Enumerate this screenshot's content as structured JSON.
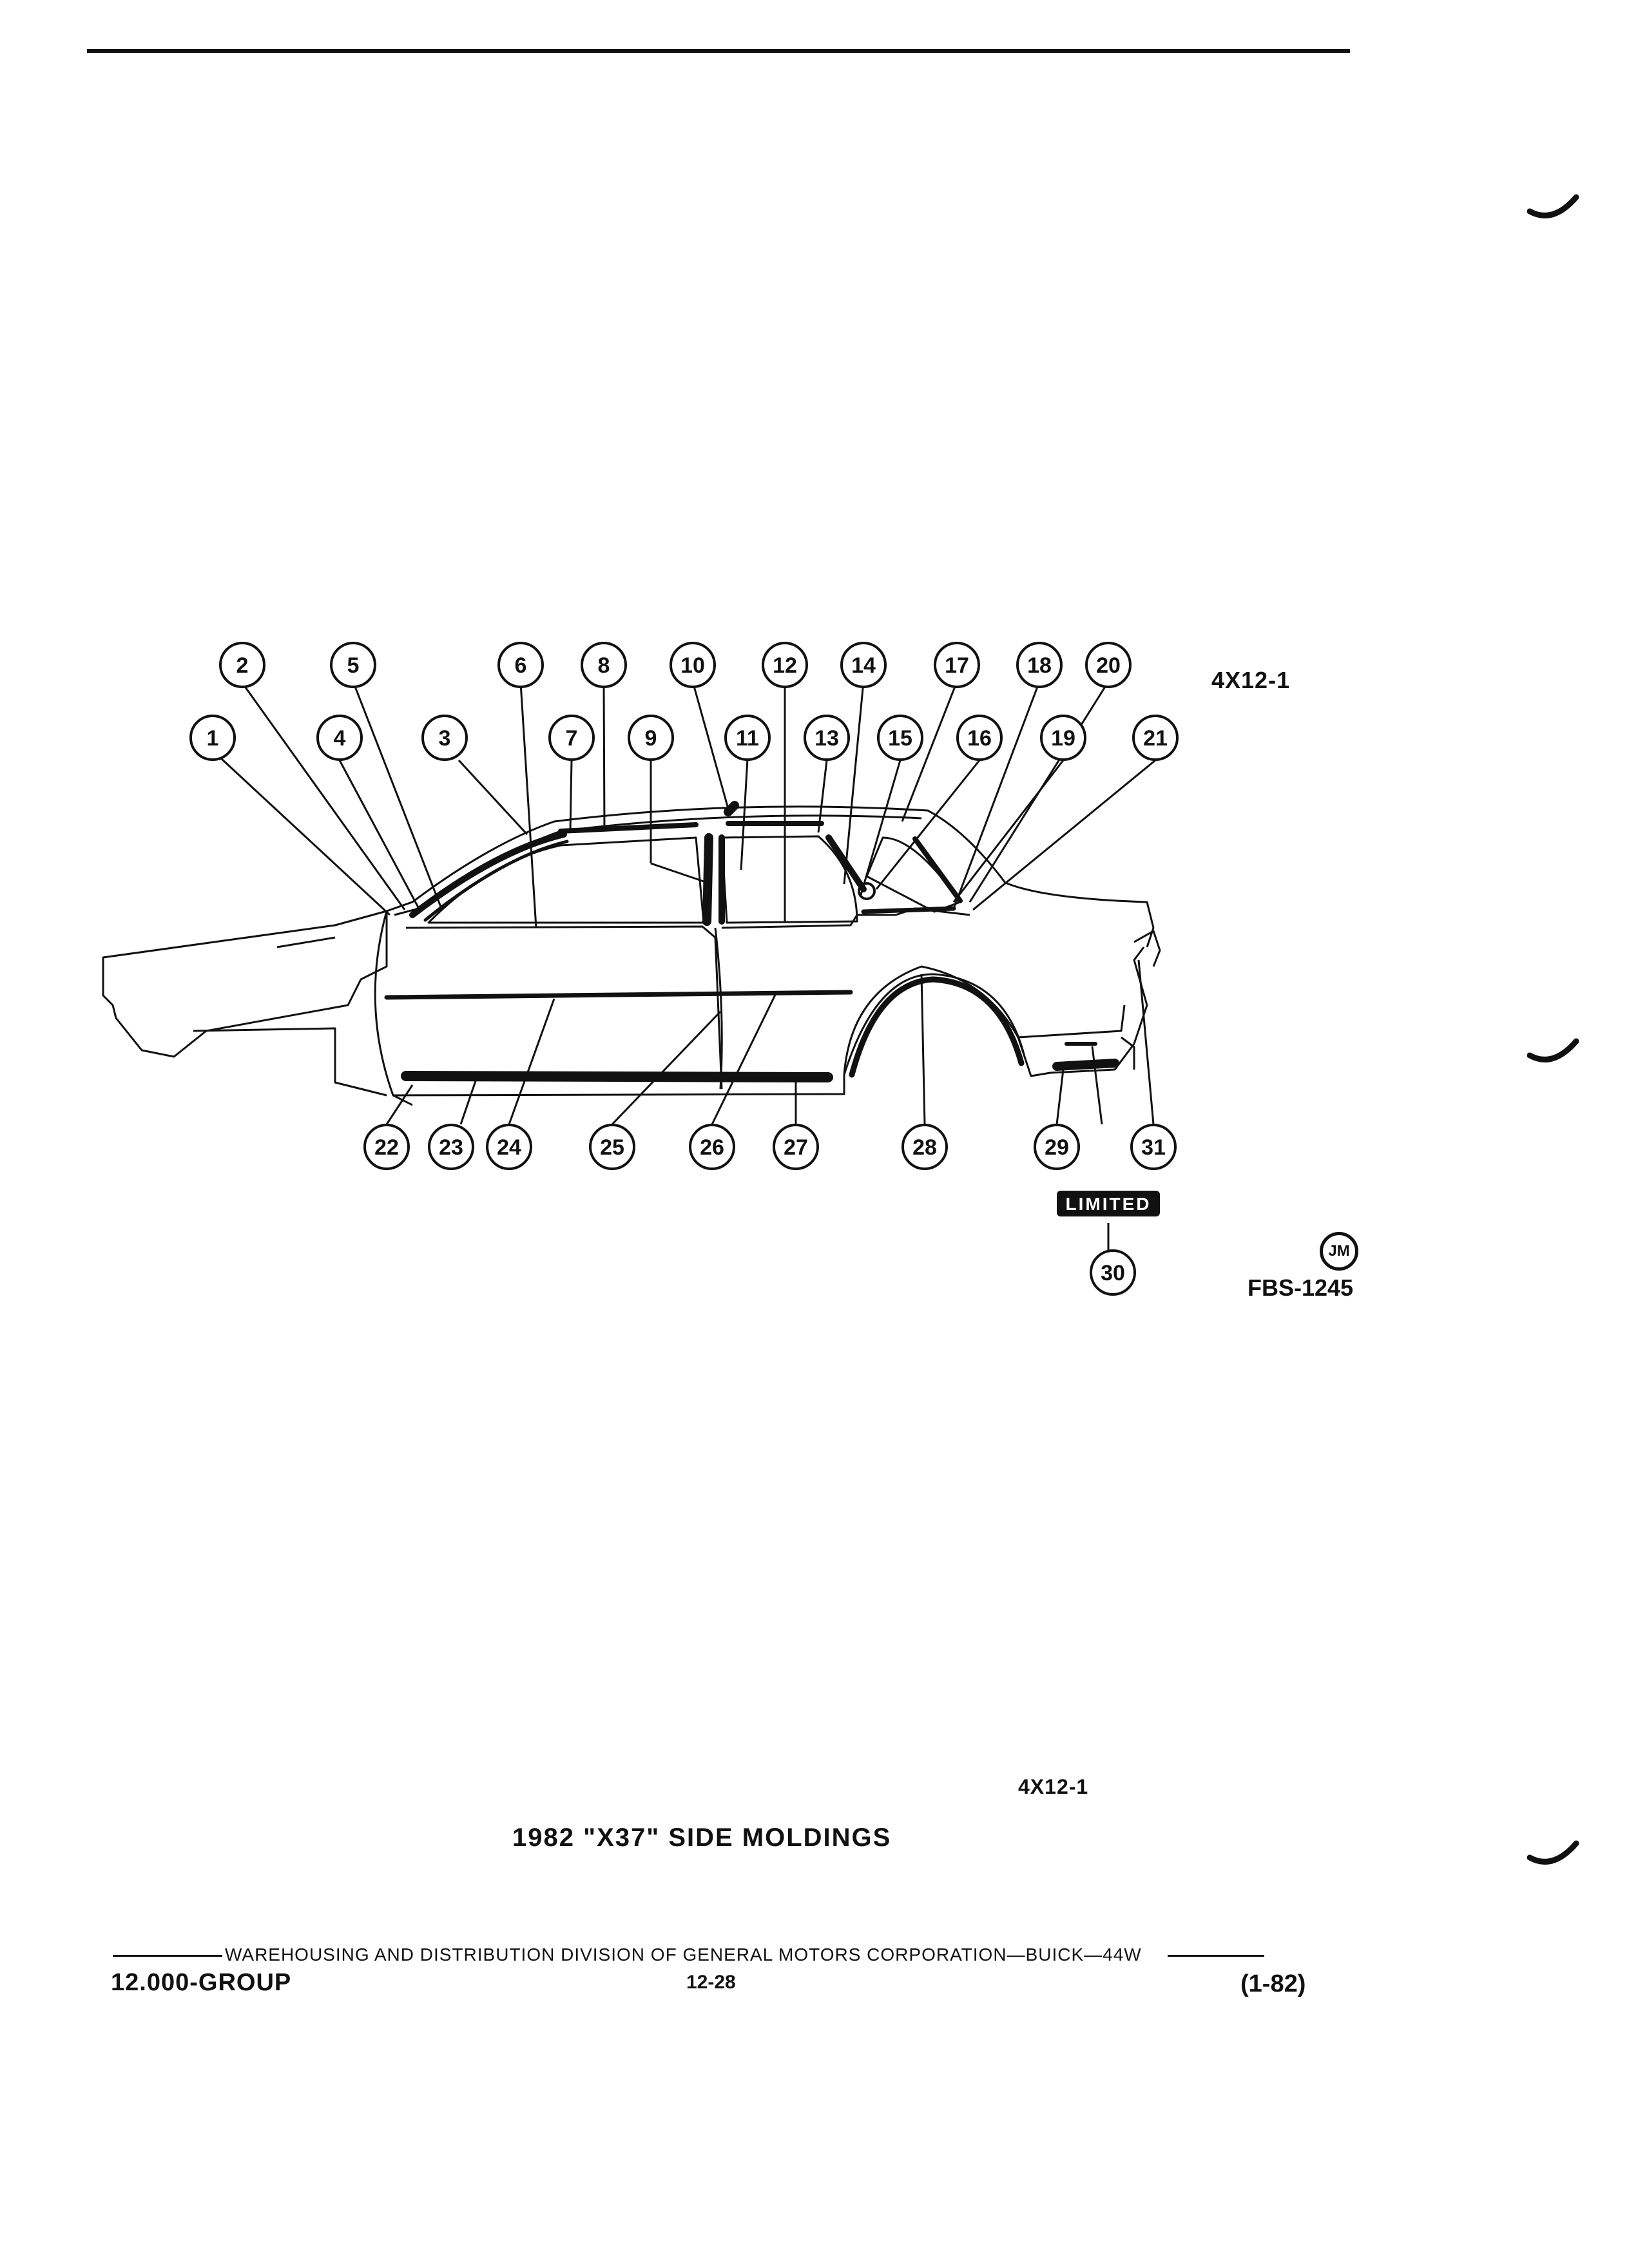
{
  "figure_code_top": "4X12-1",
  "figure_code_bottom": "4X12-1",
  "badge": "JM",
  "drawing_number": "FBS-1245",
  "emblem_text": "LIMITED",
  "caption": "1982 \"X37\" SIDE MOLDINGS",
  "footer": {
    "line": "WAREHOUSING AND DISTRIBUTION DIVISION OF GENERAL MOTORS CORPORATION—BUICK—44W",
    "group": "12.000-GROUP",
    "page": "12-28",
    "date": "(1-82)"
  },
  "callouts": [
    "1",
    "2",
    "3",
    "4",
    "5",
    "6",
    "7",
    "8",
    "9",
    "10",
    "11",
    "12",
    "13",
    "14",
    "15",
    "16",
    "17",
    "18",
    "19",
    "20",
    "21",
    "22",
    "23",
    "24",
    "25",
    "26",
    "27",
    "28",
    "29",
    "30",
    "31"
  ]
}
